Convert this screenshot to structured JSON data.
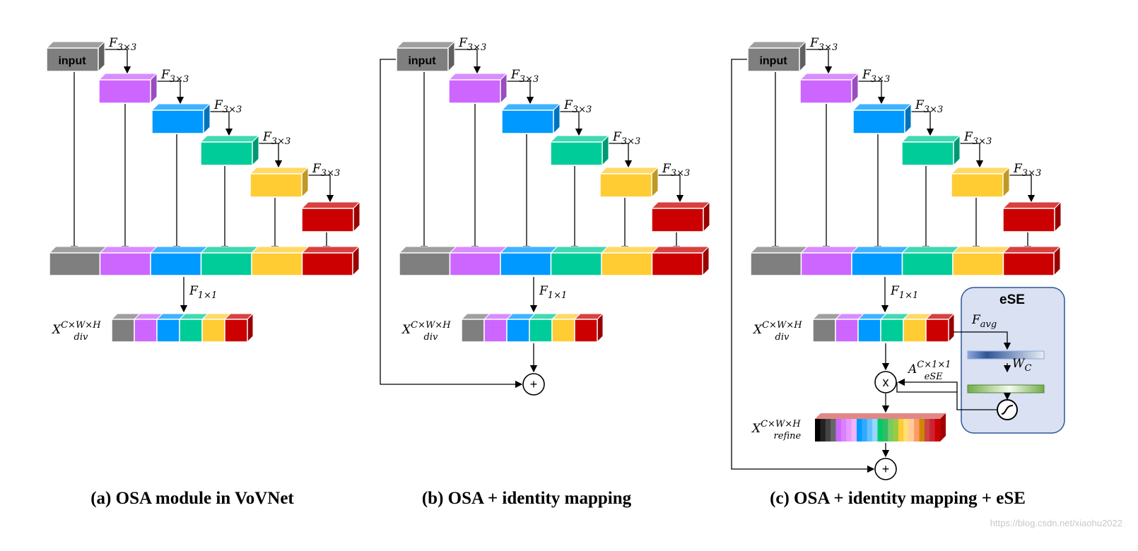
{
  "colors": {
    "gray": "#7f7f7f",
    "purple": "#cc66ff",
    "blue": "#0099ff",
    "green": "#00cc99",
    "yellow": "#ffcc33",
    "red": "#cc0000",
    "ese_bg": "#d9e1f2",
    "ese_border": "#2f5597"
  },
  "labels": {
    "input": "input",
    "f3": "F",
    "f3_sub": "3×3",
    "f1": "F",
    "f1_sub": "1×1",
    "xdiv": "X",
    "xdiv_sup": "C×W×H",
    "xdiv_sub": "div",
    "xrefine": "X",
    "xrefine_sup": "C×W×H",
    "xrefine_sub": "refine",
    "aese": "A",
    "aese_sup": "C×1×1",
    "aese_sub": "eSE",
    "favg": "F",
    "favg_sub": "avg",
    "wc": "W",
    "wc_sub": "C",
    "ese_title": "eSE",
    "plus": "+",
    "times": "x"
  },
  "captions": [
    "(a) OSA module in VoVNet",
    "(b) OSA + identity mapping",
    "(c) OSA + identity mapping + eSE"
  ],
  "watermark": "https://blog.csdn.net/xiaohu2022"
}
